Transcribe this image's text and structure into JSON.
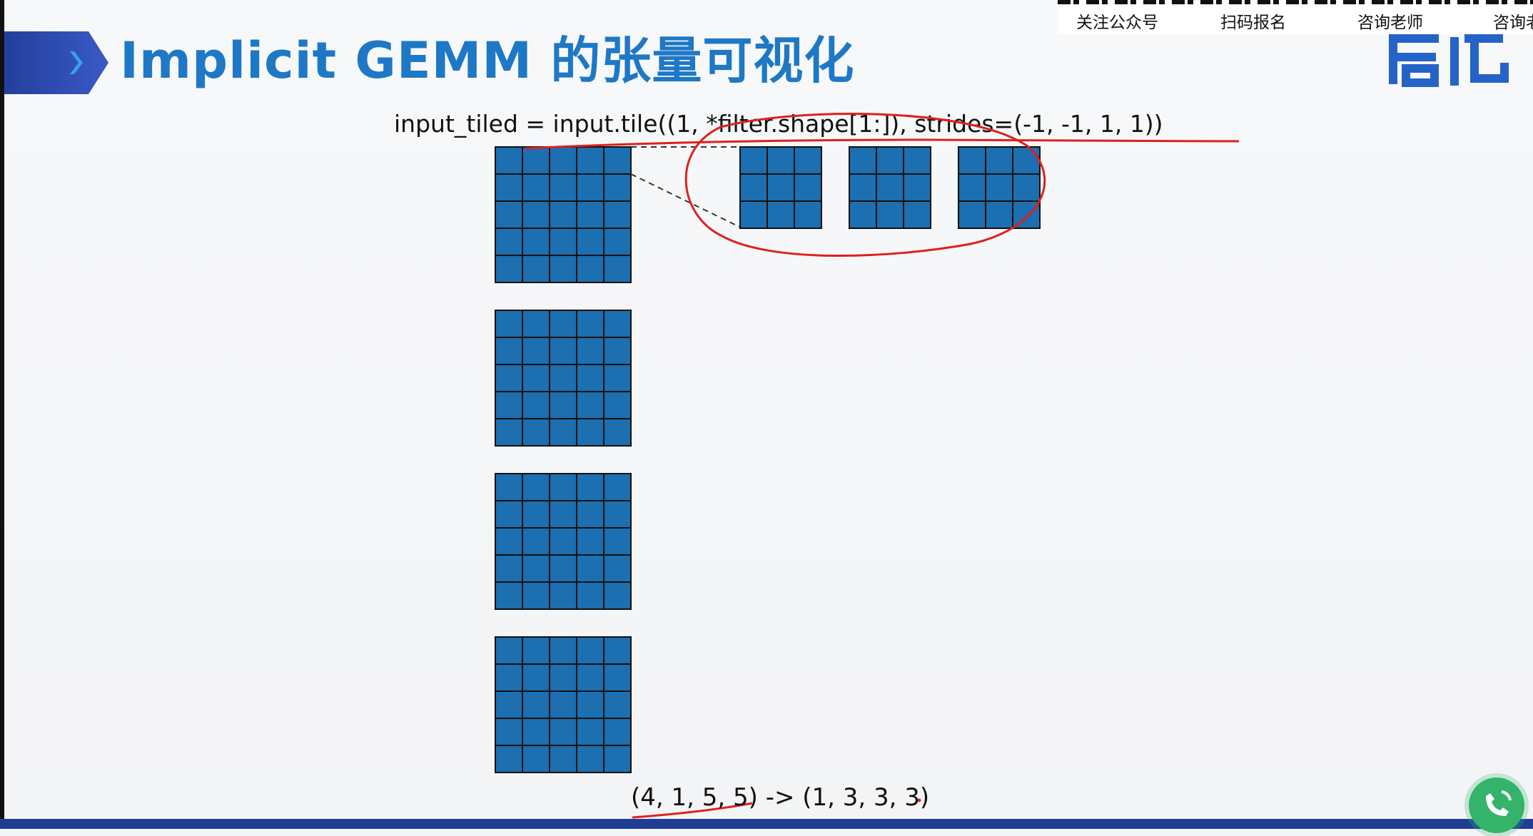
{
  "slide": {
    "title": "Implicit GEMM 的张量可视化",
    "code_line": "input_tiled = input.tile((1, *filter.shape[1:]), strides=(-1, -1, 1, 1))",
    "shape_label": "(4, 1, 5, 5) -> (1, 3, 3, 3)"
  },
  "overlay": {
    "qr_labels": [
      "关注公众号",
      "扫码报名",
      "咨询老师",
      "咨询老"
    ]
  },
  "logo": {
    "text": "启航"
  },
  "diagram": {
    "input_tensor": {
      "count": 4,
      "rows": 5,
      "cols": 5
    },
    "tiled_output": {
      "count": 3,
      "rows": 3,
      "cols": 3
    },
    "cell_color": "#1c6fb0",
    "grid_line_color": "#111111",
    "annotation_color": "#e0201c"
  },
  "colors": {
    "title": "#1e78c6",
    "chevron": "#2d4bb0",
    "bottom_bar": "#1f3e93",
    "call_button": "#34b36a"
  }
}
